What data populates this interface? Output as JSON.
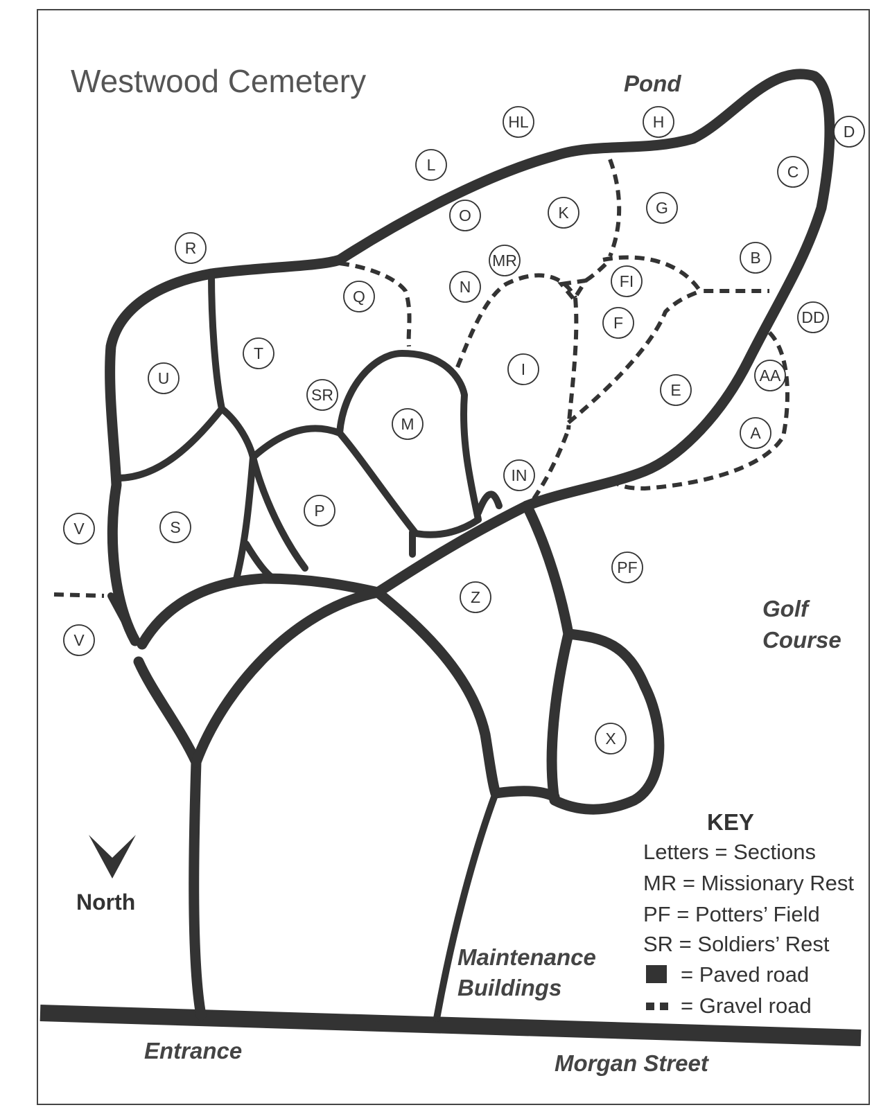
{
  "title": "Westwood Cemetery",
  "places": {
    "pond": "Pond",
    "golf_line1": "Golf",
    "golf_line2": "Course",
    "maint_line1": "Maintenance",
    "maint_line2": "Buildings",
    "entrance": "Entrance",
    "street": "Morgan Street"
  },
  "north_label": "North",
  "sections": [
    "HL",
    "H",
    "D",
    "L",
    "C",
    "O",
    "K",
    "G",
    "R",
    "MR",
    "B",
    "Q",
    "N",
    "FI",
    "DD",
    "F",
    "T",
    "I",
    "SR",
    "U",
    "AA",
    "E",
    "M",
    "A",
    "IN",
    "P",
    "V",
    "S",
    "PF",
    "Z",
    "V",
    "X"
  ],
  "key": {
    "title": "KEY",
    "items": [
      "Letters = Sections",
      "MR = Missionary Rest",
      "PF = Potters’ Field",
      "SR = Soldiers’ Rest",
      "= Paved road",
      "= Gravel road"
    ]
  },
  "colors": {
    "ink": "#333333",
    "paper": "#ffffff"
  }
}
